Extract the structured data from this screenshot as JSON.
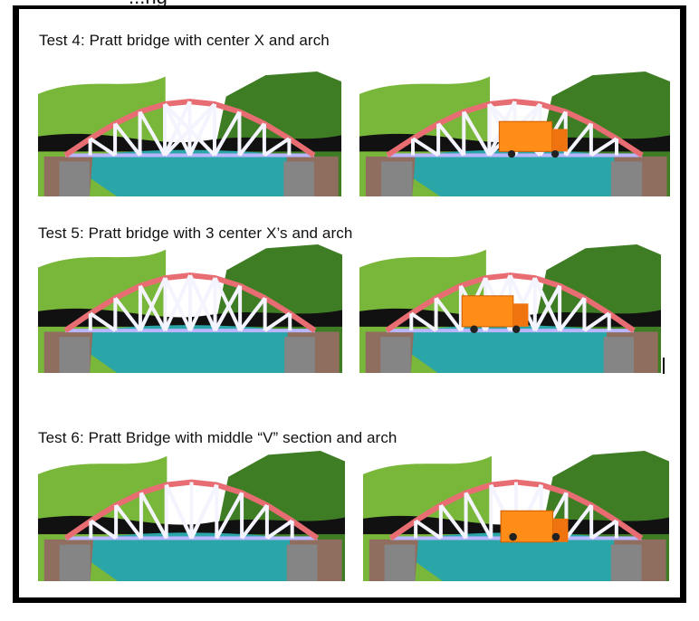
{
  "heading_fragment": "...ng",
  "tests": [
    {
      "caption": "Test 4: Pratt bridge with center X and arch",
      "images": [
        {
          "name": "test-4-unloaded-screenshot",
          "truck": false
        },
        {
          "name": "test-4-loaded-screenshot",
          "truck": true
        }
      ]
    },
    {
      "caption": "Test 5: Pratt bridge with 3 center X’s and arch",
      "images": [
        {
          "name": "test-5-unloaded-screenshot",
          "truck": false
        },
        {
          "name": "test-5-loaded-screenshot",
          "truck": true
        }
      ]
    },
    {
      "caption": "Test 6: Pratt Bridge with middle “V” section and arch",
      "images": [
        {
          "name": "test-6-unloaded-screenshot",
          "truck": false
        },
        {
          "name": "test-6-loaded-screenshot",
          "truck": true
        }
      ]
    }
  ],
  "colors": {
    "sky": "#ffffff",
    "hills_dark": "#3f7d25",
    "hills_light": "#79b73a",
    "water": "#2aa5a8",
    "deck": "#111111",
    "arch": "#e86d73",
    "truss": "#f4f4ff",
    "pier": "#858585",
    "stone": "#8f6e60",
    "truck": "#ff8d18"
  }
}
